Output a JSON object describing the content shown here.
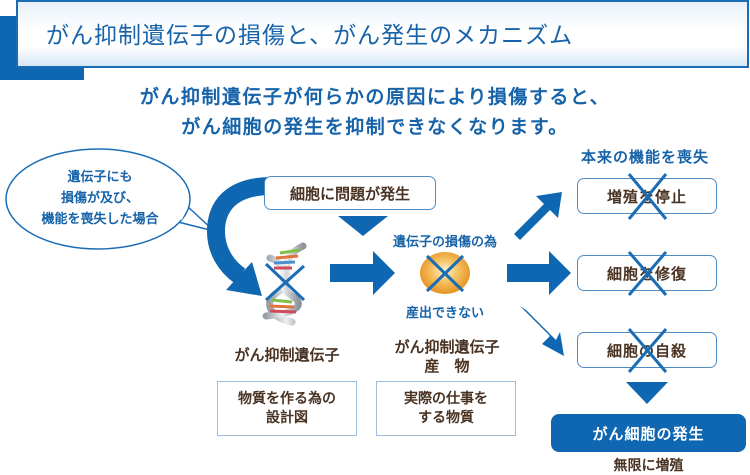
{
  "header": {
    "title": "がん抑制遺伝子の損傷と、がん発生のメカニズム"
  },
  "lead": {
    "line1": "がん抑制遺伝子が何らかの原因により損傷すると、",
    "line2": "がん細胞の発生を抑制できなくなります。"
  },
  "bubble": {
    "line1": "遺伝子にも",
    "line2": "損傷が及び、",
    "line3": "機能を喪失した場合"
  },
  "problem": {
    "label": "細胞に問題が発生"
  },
  "gene": {
    "icon": "dna-icon",
    "label": "がん抑制遺伝子",
    "desc_line1": "物質を作る為の",
    "desc_line2": "設計図"
  },
  "product": {
    "icon": "protein-icon",
    "above": "遺伝子の損傷の為",
    "below": "産出できない",
    "label_line1": "がん抑制遺伝子",
    "label_line2": "産　物",
    "desc_line1": "実際の仕事を",
    "desc_line2": "する物質"
  },
  "functions": {
    "title": "本来の機能を喪失",
    "items": [
      {
        "label": "増殖を停止",
        "crossed": true
      },
      {
        "label": "細胞を修復",
        "crossed": true
      },
      {
        "label": "細胞の自殺",
        "crossed": true
      }
    ]
  },
  "result": {
    "label": "がん細胞の発生",
    "sub": "無限に増殖"
  },
  "colors": {
    "primary_blue": "#0f67b1",
    "text_blue": "#1763a9",
    "text_brown": "#4a3323",
    "orange": "#f0a030"
  }
}
